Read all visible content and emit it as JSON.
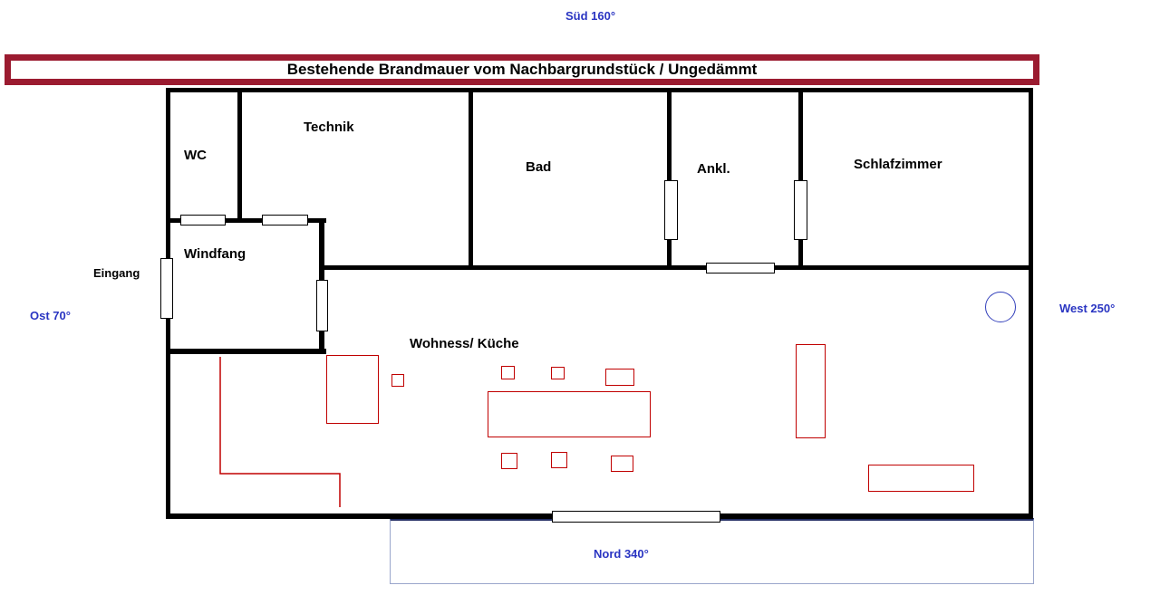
{
  "compass": {
    "sued": "Süd 160°",
    "ost": "Ost 70°",
    "west": "West 250°",
    "nord": "Nord 340°"
  },
  "banner": {
    "text": "Bestehende Brandmauer vom Nachbargrundstück / Ungedämmt"
  },
  "rooms": {
    "wc": "WC",
    "technik": "Technik",
    "bad": "Bad",
    "ankl": "Ankl.",
    "schlafzimmer": "Schlafzimmer",
    "windfang": "Windfang",
    "wohnkueche": "Wohness/ Küche"
  },
  "annotations": {
    "eingang": "Eingang"
  },
  "colors": {
    "wall": "#000000",
    "firewall_border": "#9b1b30",
    "furniture_outline": "#c00000",
    "compass_text": "#2a35c2",
    "circle_outline": "#3340bb",
    "panel_border": "#9aa6cc",
    "panel_top_border": "#232d63"
  }
}
